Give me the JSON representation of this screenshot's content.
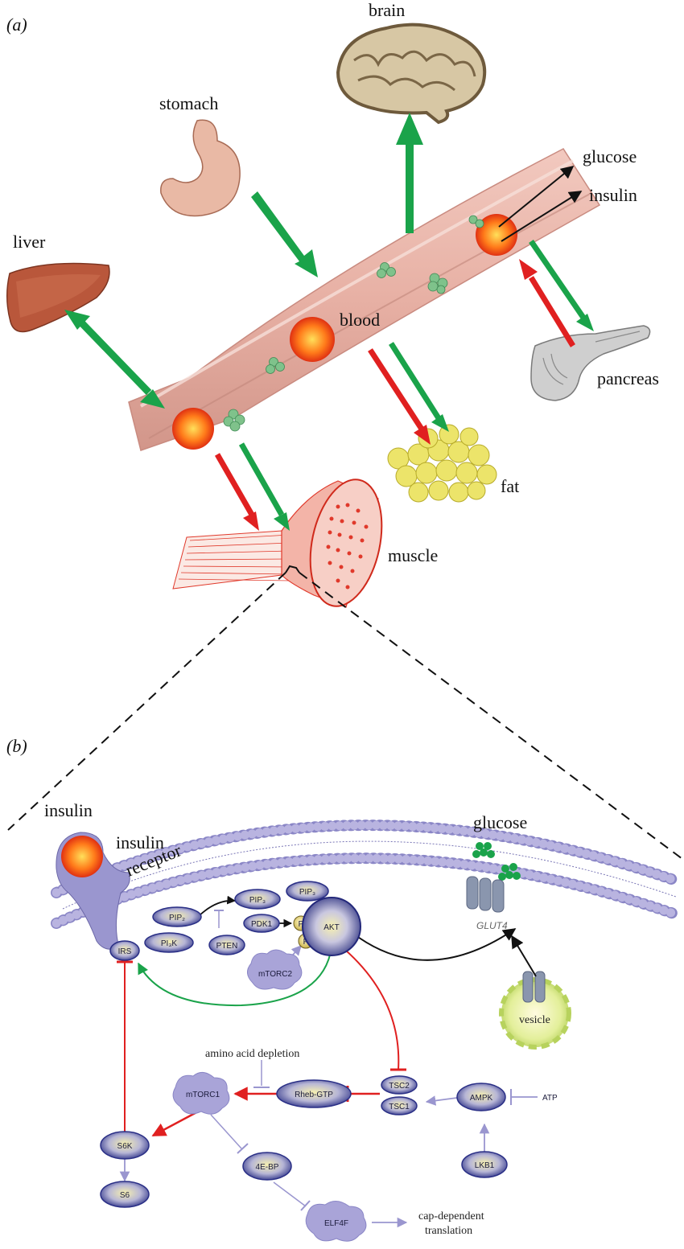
{
  "panel_a": {
    "label": "(a)",
    "organs": {
      "brain": "brain",
      "stomach": "stomach",
      "liver": "liver",
      "blood": "blood",
      "pancreas": "pancreas",
      "fat": "fat",
      "muscle": "muscle"
    },
    "outputs": {
      "glucose": "glucose",
      "insulin": "insulin"
    }
  },
  "panel_b": {
    "label": "(b)",
    "insulin": "insulin",
    "insulin_receptor_line1": "insulin",
    "insulin_receptor_line2": "receptor",
    "glucose": "glucose",
    "glut4": "GLUT4",
    "vesicle": "vesicle",
    "nodes": {
      "pip2": "PIP₂",
      "pip3_a": "PIP₃",
      "pip3_b": "PIP₃",
      "pi3k": "PI₃K",
      "pten": "PTEN",
      "pdk1": "PDK1",
      "p1": "P",
      "p2": "P",
      "akt": "AKT",
      "irs": "IRS",
      "mtorc2": "mTORC2",
      "mtorc1": "mTORC1",
      "rheb": "Rheb-GTP",
      "tsc2": "TSC2",
      "tsc1": "TSC1",
      "ampk": "AMPK",
      "atp": "ATP",
      "lkb1": "LKB1",
      "s6k": "S6K",
      "s6": "S6",
      "ebp": "4E-BP",
      "elf4f": "ELF4F"
    },
    "amino_acid_depletion": "amino acid depletion",
    "cap_line1": "cap-dependent",
    "cap_line2": "translation"
  },
  "colors": {
    "green": "#1aa34a",
    "red": "#e02020",
    "node_dark": "#2a2f86",
    "node_light": "#f3eea6",
    "lavender": "#9a96cf",
    "membrane": "#b9b4e0",
    "vessel": "#e7b3a8",
    "muscle": "#e0392b",
    "fat": "#e8e25a"
  }
}
